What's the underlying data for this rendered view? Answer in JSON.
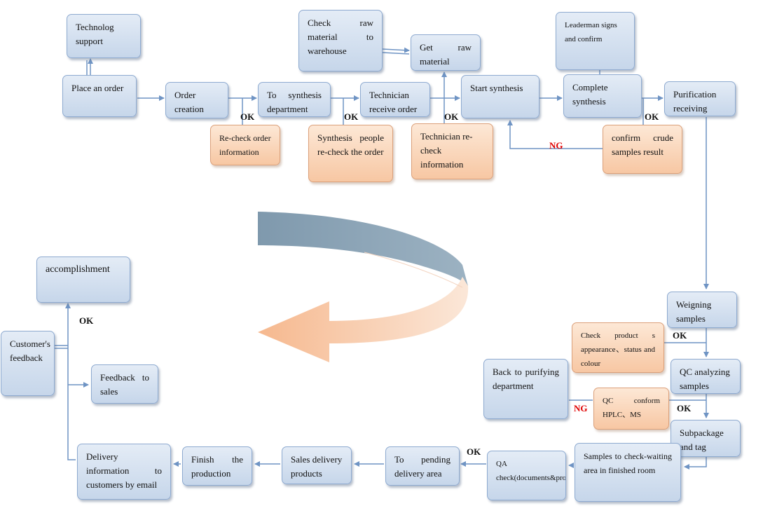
{
  "nodes": {
    "technolog_support": "Technolog support",
    "place_order": "Place an order",
    "order_creation": "Order creation",
    "recheck_order_info": "Re-check order information",
    "to_synthesis": "To synthesis department",
    "synthesis_people_recheck": "Synthesis people re-check the order",
    "technician_receive": "Technician receive order",
    "check_raw_material": "Check raw material to warehouse",
    "get_raw_material": "Get raw material",
    "technician_recheck": "Technician re-check information",
    "start_synthesis": "Start synthesis",
    "leaderman_signs": "Leaderman signs and confirm",
    "complete_synthesis": "Complete synthesis",
    "confirm_crude": "confirm crude samples result",
    "purification": "Purification receiving",
    "weighing": "Weigning samples",
    "check_appearance": "Check product s appearance、status and colour",
    "qc_analyzing": "QC analyzing samples",
    "back_purifying": "Back to purifying department",
    "qc_conform": "QC conform HPLC、MS",
    "subpackage": "Subpackage and tag",
    "samples_waiting": "Samples to check-waiting area in finished room",
    "qa_check": "QA check(documents&products)",
    "pending_delivery": "To pending delivery area",
    "sales_delivery": "Sales delivery products",
    "finish_production": "Finish the production",
    "delivery_info": "Delivery information to customers by email",
    "feedback_sales": "Feedback to sales",
    "customer_feedback": "Customer's feedback",
    "accomplishment": "accomplishment"
  },
  "labels": {
    "ok": "OK",
    "ng": "NG"
  },
  "colors": {
    "box_fill": "#c6d6ea",
    "box_border": "#8eaad0",
    "check_fill": "#f7c7a3",
    "check_border": "#dba07a",
    "connector": "#6f94c4",
    "ng_text": "#e00000",
    "arrow_body_start": "#f6b88e",
    "arrow_body_end": "#fbe7d8",
    "arrow_band": "#8ea6b8"
  }
}
